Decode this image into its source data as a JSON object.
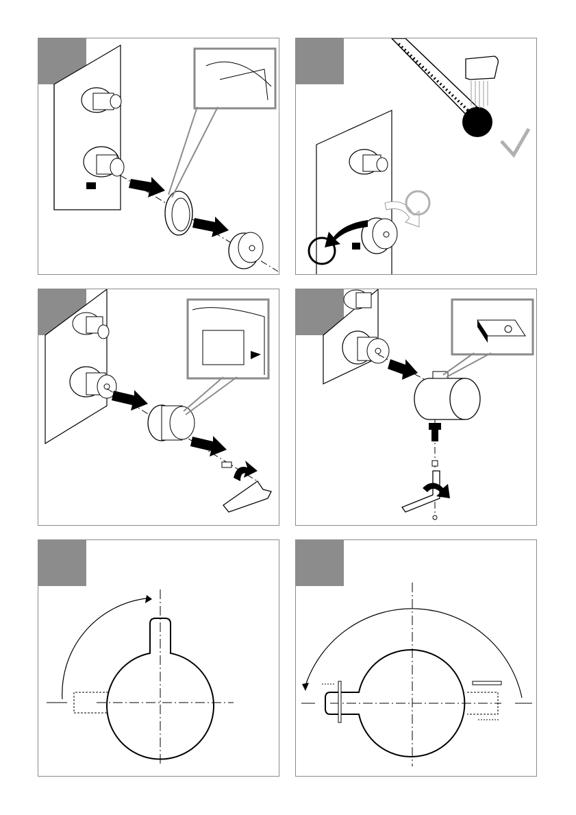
{
  "page": {
    "panels": [
      {
        "id": "step-1",
        "step_label": "",
        "content": "install-adapter-ring"
      },
      {
        "id": "step-2",
        "step_label": "",
        "content": "temperature-calibration-rotate"
      },
      {
        "id": "step-3",
        "step_label": "",
        "content": "install-stop-ring-with-hex-key"
      },
      {
        "id": "step-4",
        "step_label": "",
        "content": "install-handle-with-hex-key"
      },
      {
        "id": "step-5",
        "step_label": "",
        "content": "handle-rotation-range-short"
      },
      {
        "id": "step-6",
        "step_label": "",
        "content": "handle-rotation-range-extended"
      }
    ],
    "colors": {
      "frame": "#8a8a8a",
      "step_tab": "#8c8c8c",
      "line": "#000000",
      "checkmark": "#b0b0b0"
    },
    "icons": [
      "arrow-icon",
      "hex-key-icon",
      "checkmark-icon",
      "thermometer-icon",
      "shower-head-icon",
      "circle-marker-icon"
    ]
  }
}
